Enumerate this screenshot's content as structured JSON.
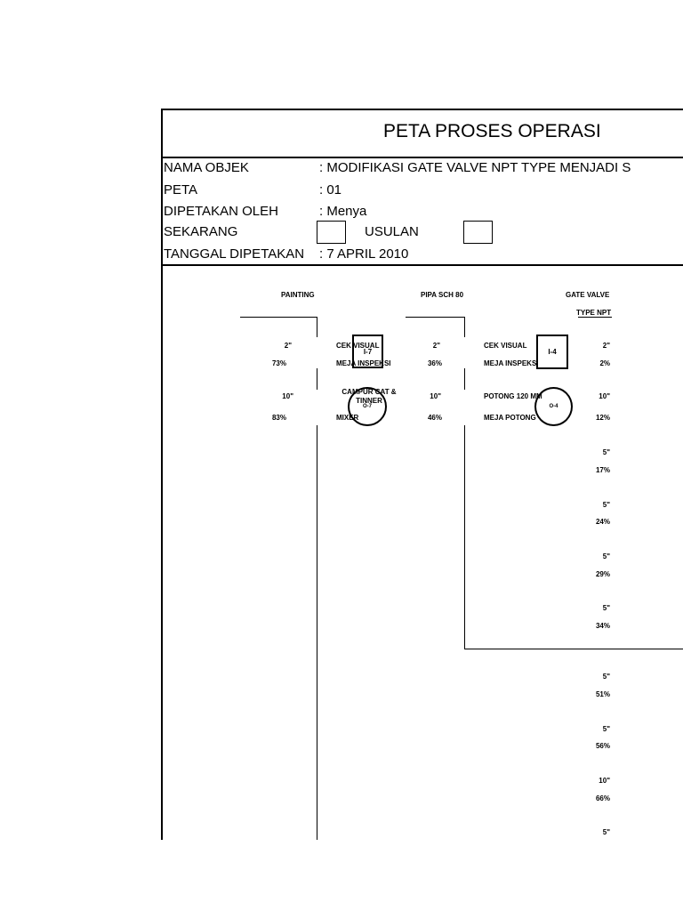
{
  "title": "PETA PROSES OPERASI",
  "header": {
    "fields": [
      {
        "label": "NAMA OBJEK",
        "value": ": MODIFIKASI GATE VALVE NPT TYPE MENJADI S"
      },
      {
        "label": "PETA",
        "value": ": 01"
      },
      {
        "label": "DIPETAKAN OLEH",
        "value": ": Menya"
      },
      {
        "label": "SEKARANG",
        "value": ""
      },
      {
        "label": "TANGGAL DIPETAKAN",
        "value": ": 7 APRIL 2010"
      }
    ],
    "usulan_label": "USULAN"
  },
  "columns": {
    "painting": {
      "name": "PAINTING",
      "steps": [
        {
          "time": "2\"",
          "pct": "73%",
          "desc": "CEK VISUAL",
          "place": "MEJA INSPEKSI",
          "symbol": "I-7"
        },
        {
          "time": "10\"",
          "pct": "83%",
          "desc": "CAMPUR CAT & TINNER",
          "place": "MIXER",
          "symbol": "O-7"
        }
      ]
    },
    "pipa": {
      "name": "PIPA SCH 80",
      "steps": [
        {
          "time": "2\"",
          "pct": "36%",
          "desc": "CEK VISUAL",
          "place": "MEJA INSPEKSI",
          "symbol": "I-4"
        },
        {
          "time": "10\"",
          "pct": "46%",
          "desc": "POTONG 120 MM",
          "place": "MEJA POTONG",
          "symbol": "O-4"
        }
      ]
    },
    "gate_valve": {
      "name": "GATE VALVE",
      "subname": "TYPE NPT",
      "steps": [
        {
          "time": "2\"",
          "pct": "2%"
        },
        {
          "time": "10\"",
          "pct": "12%"
        },
        {
          "time": "5\"",
          "pct": "17%"
        },
        {
          "time": "5\"",
          "pct": "24%"
        },
        {
          "time": "5\"",
          "pct": "29%"
        },
        {
          "time": "5\"",
          "pct": "34%"
        },
        {
          "time": "5\"",
          "pct": "51%"
        },
        {
          "time": "5\"",
          "pct": "56%"
        },
        {
          "time": "10\"",
          "pct": "66%"
        },
        {
          "time": "5\"",
          "pct": ""
        }
      ]
    }
  }
}
